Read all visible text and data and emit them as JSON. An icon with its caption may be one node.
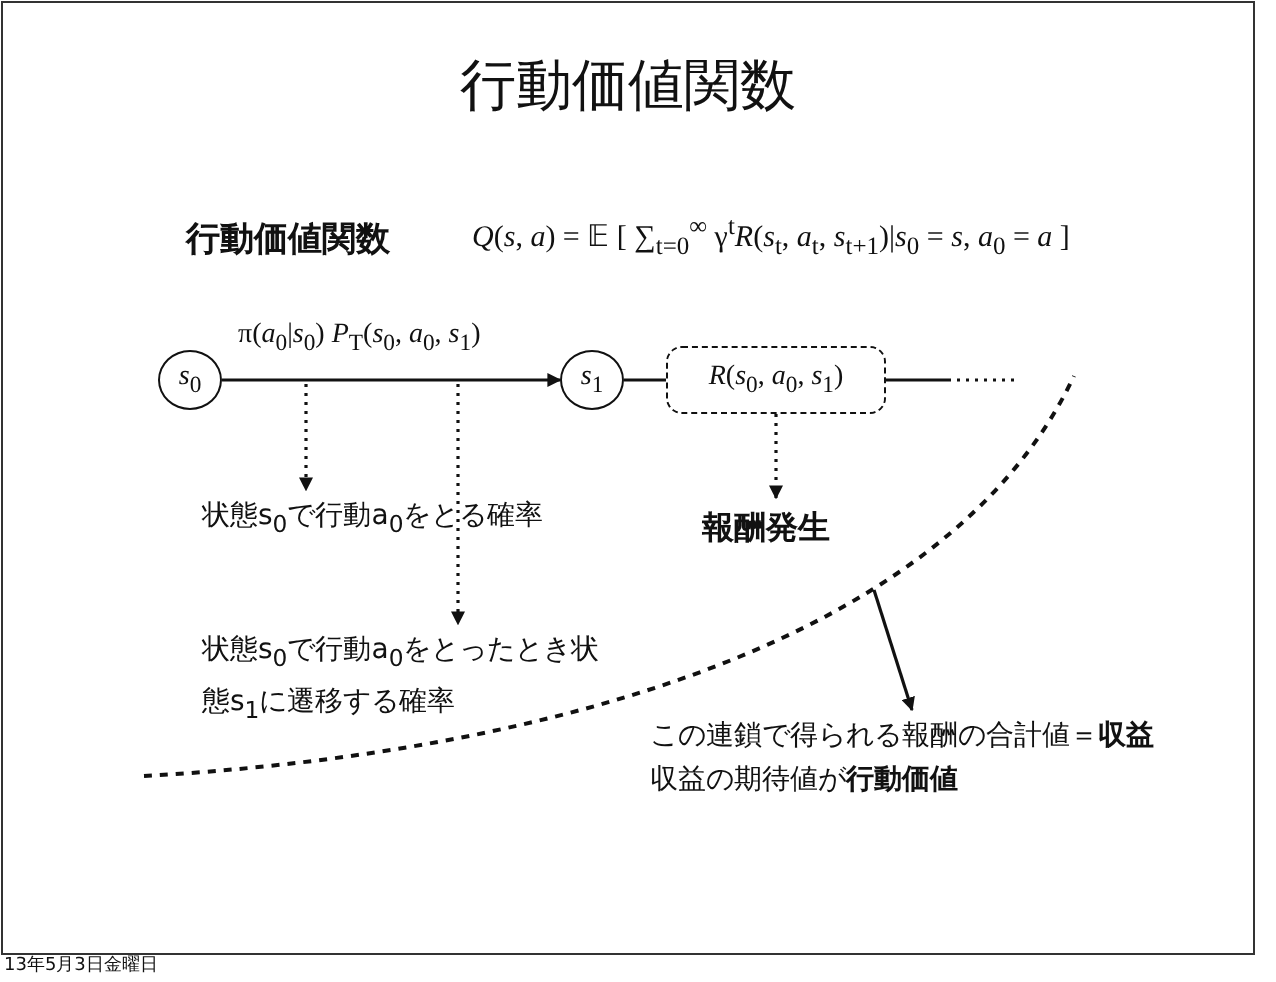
{
  "diagram": {
    "title": "行動価値関数",
    "nodes": [
      {
        "text": [
          "*s*$_{0}$"
        ]
      },
      {
        "text": [
          "*s*$_{1}$"
        ]
      },
      {
        "text": [
          "*R*(*s*$_{0}$, *a*$_{0}$, *s*$_{1}$)"
        ]
      },
      {
        "text": [
          "状態s$_{0}$で行動a$_{0}$をとる確率"
        ]
      },
      {
        "text": [
          "状態s$_{0}$で行動a$_{0}$をとったとき状態s$_{1}$に遷移する確率"
        ]
      },
      {
        "text": [
          "報酬発生"
        ]
      },
      {
        "text": [
          "この連鎖で得られる報酬の合計値＝**収益**",
          "収益の期待値が**行動価値**"
        ]
      }
    ],
    "edges": [
      {
        "from": 0,
        "to": 1,
        "arrow": "to",
        "label": "π(*a*$_{0}$|*s*$_{0}$) *P*$_{T}$(*s*$_{0}$, *a*$_{0}$, *s*$_{1}$)"
      },
      {
        "from": null,
        "to": 3,
        "arrow": "to",
        "style": "dashed"
      },
      {
        "from": null,
        "to": 4,
        "arrow": "to",
        "style": "dashed"
      },
      {
        "from": 1,
        "to": 2,
        "arrow": "none"
      },
      {
        "from": 2,
        "to": null,
        "arrow": "none"
      },
      {
        "from": 2,
        "to": 5,
        "arrow": "to",
        "style": "dashed"
      },
      {
        "from": null,
        "to": 6,
        "arrow": "to"
      }
    ],
    "labels": [
      "行動価値関数",
      "*Q*(*s*, *a*) = 𝔼 [ ∑$_{t=0}$$^{∞}$ γ$^{t}$*R*(*s*$_{t}$, *a*$_{t}$, *s*$_{t+1}$)|*s*$_{0}$ = *s*, *a*$_{0}$ = *a* ]",
      "13年5月3日金曜日"
    ]
  }
}
